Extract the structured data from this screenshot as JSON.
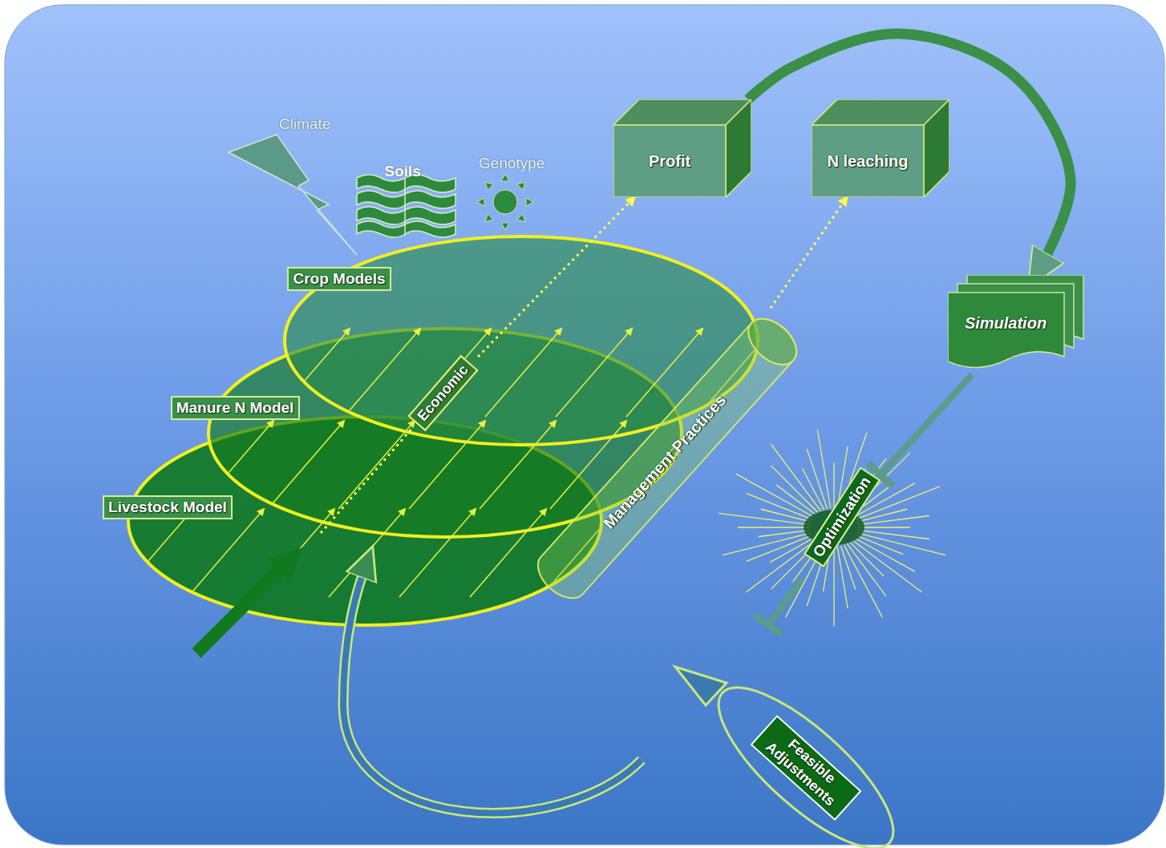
{
  "diagram": {
    "nodes": [
      {
        "text": [
          "Profit"
        ]
      },
      {
        "text": [
          "N leaching"
        ]
      },
      {
        "text": [
          "Simulation"
        ]
      },
      {
        "text": [
          "Crop Models"
        ]
      },
      {
        "text": [
          "Manure N Model"
        ]
      },
      {
        "text": [
          "Economic"
        ]
      },
      {
        "text": [
          "Livestock Model"
        ]
      },
      {
        "text": [
          "Management Practices"
        ]
      },
      {
        "text": [
          "Optimization"
        ]
      },
      {
        "text": [
          "Feasible Adjustments"
        ]
      }
    ],
    "edges": [
      {
        "from": 5,
        "to": 0,
        "arrow": "to"
      },
      {
        "from": 7,
        "to": 1,
        "arrow": "to"
      },
      {
        "from": 0,
        "to": 2,
        "arrow": "to"
      },
      {
        "from": 2,
        "to": 8,
        "arrow": "to"
      }
    ],
    "labels": [
      "Climate",
      "Soils",
      "Genotype"
    ]
  }
}
